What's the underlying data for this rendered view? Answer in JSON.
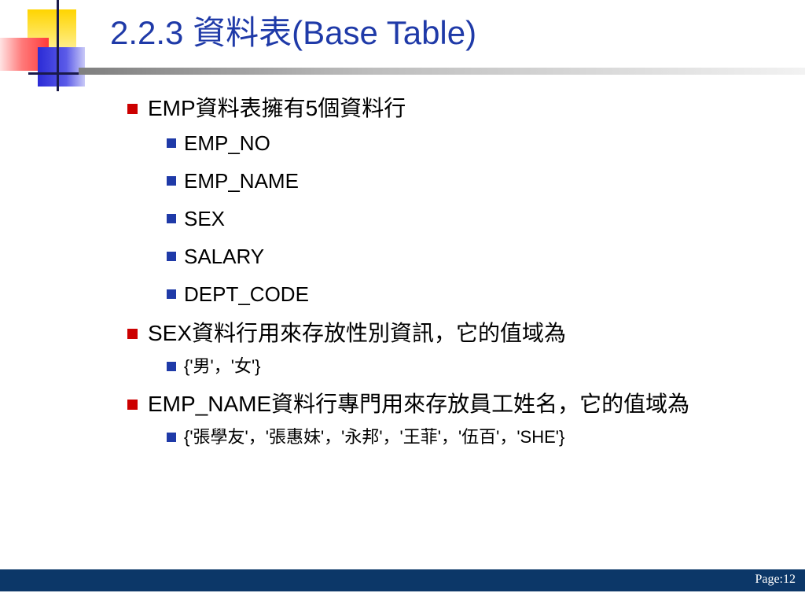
{
  "title": "2.2.3 資料表(Base Table)",
  "bullets": [
    {
      "text": "EMP資料表擁有5個資料行",
      "subitems": [
        "EMP_NO",
        "EMP_NAME",
        "SEX",
        "SALARY",
        "DEPT_CODE"
      ]
    },
    {
      "text": "SEX資料行用來存放性別資訊，它的值域為",
      "subitems": [
        "{'男'，'女'}"
      ]
    },
    {
      "text": "EMP_NAME資料行專門用來存放員工姓名，它的值域為",
      "subitems": [
        "{'張學友'，'張惠妹'，'永邦'，'王菲'，'伍百'，'SHE'}"
      ]
    }
  ],
  "footer": {
    "page_label": "Page:12"
  },
  "colors": {
    "title": "#1f3aa8",
    "level1_bullet": "#cc0000",
    "level2_bullet": "#1f3aa8",
    "footer_bar": "#0c3768"
  }
}
